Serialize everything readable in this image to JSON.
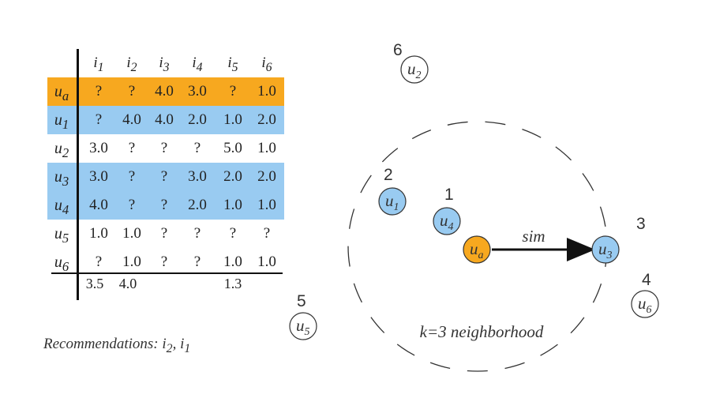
{
  "table": {
    "columns": [
      {
        "sym": "i",
        "sub": "1"
      },
      {
        "sym": "i",
        "sub": "2"
      },
      {
        "sym": "i",
        "sub": "3"
      },
      {
        "sym": "i",
        "sub": "4"
      },
      {
        "sym": "i",
        "sub": "5"
      },
      {
        "sym": "i",
        "sub": "6"
      }
    ],
    "rows": [
      {
        "sym": "u",
        "sub": "a",
        "highlight": "#f7a81f",
        "cells": [
          "?",
          "?",
          "4.0",
          "3.0",
          "?",
          "1.0"
        ]
      },
      {
        "sym": "u",
        "sub": "1",
        "highlight": "#99cbf1",
        "cells": [
          "?",
          "4.0",
          "4.0",
          "2.0",
          "1.0",
          "2.0"
        ]
      },
      {
        "sym": "u",
        "sub": "2",
        "highlight": "",
        "cells": [
          "3.0",
          "?",
          "?",
          "?",
          "5.0",
          "1.0"
        ]
      },
      {
        "sym": "u",
        "sub": "3",
        "highlight": "#99cbf1",
        "cells": [
          "3.0",
          "?",
          "?",
          "3.0",
          "2.0",
          "2.0"
        ]
      },
      {
        "sym": "u",
        "sub": "4",
        "highlight": "#99cbf1",
        "cells": [
          "4.0",
          "?",
          "?",
          "2.0",
          "1.0",
          "1.0"
        ]
      },
      {
        "sym": "u",
        "sub": "5",
        "highlight": "",
        "cells": [
          "1.0",
          "1.0",
          "?",
          "?",
          "?",
          "?"
        ]
      },
      {
        "sym": "u",
        "sub": "6",
        "highlight": "",
        "cells": [
          "?",
          "1.0",
          "?",
          "?",
          "1.0",
          "1.0"
        ]
      }
    ],
    "totals": [
      "3.5",
      "4.0",
      "",
      "",
      "1.3",
      ""
    ]
  },
  "recommendations": {
    "prefix": "Recommendations: ",
    "items": [
      {
        "sym": "i",
        "sub": "2"
      },
      {
        "sym": "i",
        "sub": "1"
      }
    ]
  },
  "diagram": {
    "neighborhood_label": "k=3 neighborhood",
    "edge_label": "sim",
    "colors": {
      "active": "#f7a81f",
      "neighbor": "#99cbf1",
      "other": "#ffffff"
    },
    "nodes": [
      {
        "sym": "u",
        "sub": "a",
        "rank": "",
        "role": "active"
      },
      {
        "sym": "u",
        "sub": "4",
        "rank": "1",
        "role": "neighbor"
      },
      {
        "sym": "u",
        "sub": "1",
        "rank": "2",
        "role": "neighbor"
      },
      {
        "sym": "u",
        "sub": "3",
        "rank": "3",
        "role": "neighbor"
      },
      {
        "sym": "u",
        "sub": "6",
        "rank": "4",
        "role": "other"
      },
      {
        "sym": "u",
        "sub": "5",
        "rank": "5",
        "role": "other"
      },
      {
        "sym": "u",
        "sub": "2",
        "rank": "6",
        "role": "other"
      }
    ]
  }
}
